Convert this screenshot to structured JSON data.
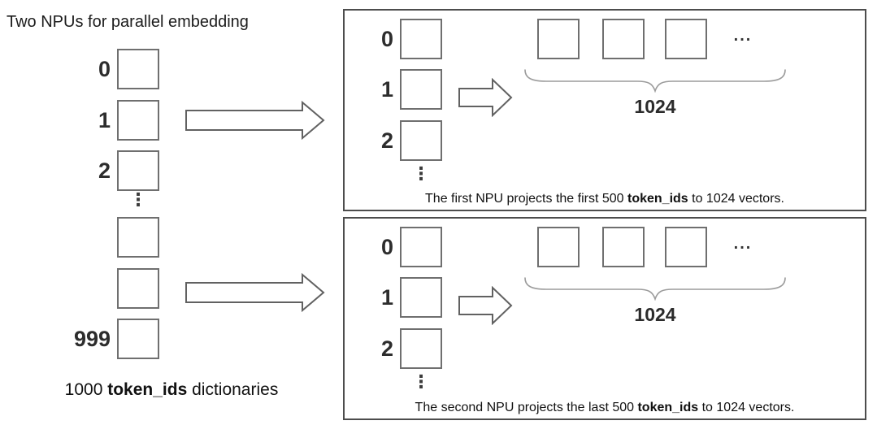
{
  "title": "Two NPUs for parallel embedding",
  "colors": {
    "box_border": "#4d4d4d",
    "square_border": "#6f6f6f",
    "arrow_stroke": "#616161",
    "brace_stroke": "#9c9c9c",
    "text": "#1c1c1c"
  },
  "token_column": {
    "labels": [
      "0",
      "1",
      "2"
    ],
    "ellipsis": "⋮",
    "last_label": "999",
    "caption": {
      "pre": "1000 ",
      "bold": "token_ids",
      "post": " dictionaries"
    }
  },
  "npu_boxes": [
    {
      "row_labels": [
        "0",
        "1",
        "2"
      ],
      "ellipsis": "⋮",
      "row_dots": "...",
      "brace_label": "1024",
      "caption": {
        "pre": "The first NPU projects the first 500 ",
        "bold": "token_ids",
        "post": " to 1024 vectors."
      }
    },
    {
      "row_labels": [
        "0",
        "1",
        "2"
      ],
      "ellipsis": "⋮",
      "row_dots": "...",
      "brace_label": "1024",
      "caption": {
        "pre": "The second NPU projects the last 500 ",
        "bold": "token_ids",
        "post": " to 1024 vectors."
      }
    }
  ]
}
